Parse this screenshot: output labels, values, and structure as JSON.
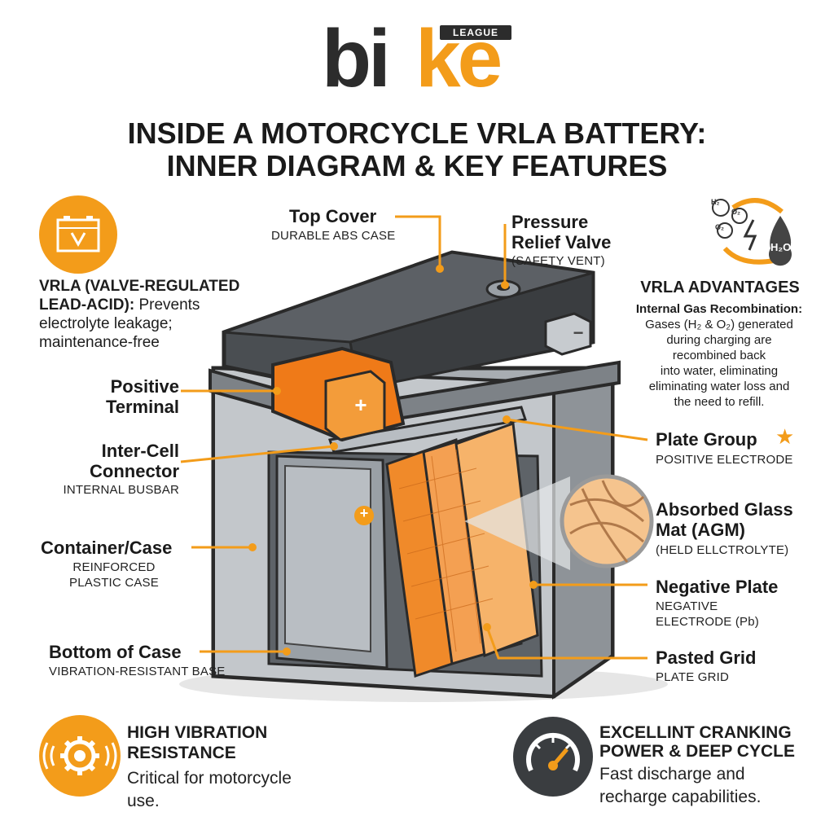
{
  "logo": {
    "main_dark": "bi",
    "main_accent": "ke",
    "tag": "LEAGUE"
  },
  "title": {
    "line1": "INSIDE A MOTORCYCLE VRLA BATTERY:",
    "line2": "INNER DIAGRAM & KEY FEATURES"
  },
  "colors": {
    "accent": "#f39c1a",
    "orange_part": "#ef7a18",
    "dark_case": "#3a3d40",
    "grey_case": "#9aa0a6"
  },
  "vrla_info": {
    "icon": "battery-v-icon",
    "heading": "VRLA (VALVE-REGULATED LEAD-ACID):",
    "text_inline": "Prevents",
    "text_line2": "electrolyte leakage;",
    "text_line3": "maintenance-free"
  },
  "advantages": {
    "icon": "gas-recombination-icon",
    "heading": "VRLA ADVANTAGES",
    "subheading": "Internal Gas Recombination:",
    "lines": [
      "Gases (H₂ & O₂) generated",
      "during charging are",
      "recombined back",
      "into water, eliminating",
      "eliminating water loss and",
      "the need to refill."
    ]
  },
  "labels": {
    "top_cover": {
      "title": "Top Cover",
      "sub": "DURABLE ABS CASE"
    },
    "pressure_valve": {
      "title1": "Pressure",
      "title2": "Relief Valve",
      "sub": "(SAFETY VENT)"
    },
    "positive_terminal": {
      "title1": "Positive",
      "title2": "Terminal"
    },
    "inter_cell": {
      "title1": "Inter-Cell",
      "title2": "Connector",
      "sub": "INTERNAL BUSBAR"
    },
    "container": {
      "title": "Container/Case",
      "sub1": "REINFORCED",
      "sub2": "PLASTIC CASE"
    },
    "bottom": {
      "title": "Bottom of Case",
      "sub": "VIBRATION-RESISTANT BASE"
    },
    "plate_group": {
      "title": "Plate Group",
      "sub": "POSITIVE ELECTRODE"
    },
    "agm": {
      "title1": "Absorbed Glass",
      "title2": "Mat (AGM)",
      "sub": "(HELD ELLCTROLYTE)"
    },
    "negative_plate": {
      "title": "Negative Plate",
      "sub1": "NEGATIVE",
      "sub2": "ELECTRODE (Pb)"
    },
    "pasted_grid": {
      "title": "Pasted Grid",
      "sub": "PLATE GRID"
    }
  },
  "features": {
    "vibration": {
      "icon": "gear-vibration-icon",
      "title1": "HIGH VIBRATION",
      "title2": "RESISTANCE",
      "body1": "Critical for motorcycle",
      "body2": "use."
    },
    "cranking": {
      "icon": "speedometer-icon",
      "title1": "EXCELLINT CRANKING",
      "title2": "POWER & DEEP CYCLE",
      "body1": "Fast discharge and",
      "body2": "recharge capabilities."
    }
  },
  "battery_symbols": {
    "terminal_plus": "+",
    "plate_plus": "+",
    "neg_terminal": "−",
    "gas_h2o": "H₂O",
    "gas_h2": "H₂",
    "gas_o2": "O₂",
    "gas_o3": "O₂"
  }
}
